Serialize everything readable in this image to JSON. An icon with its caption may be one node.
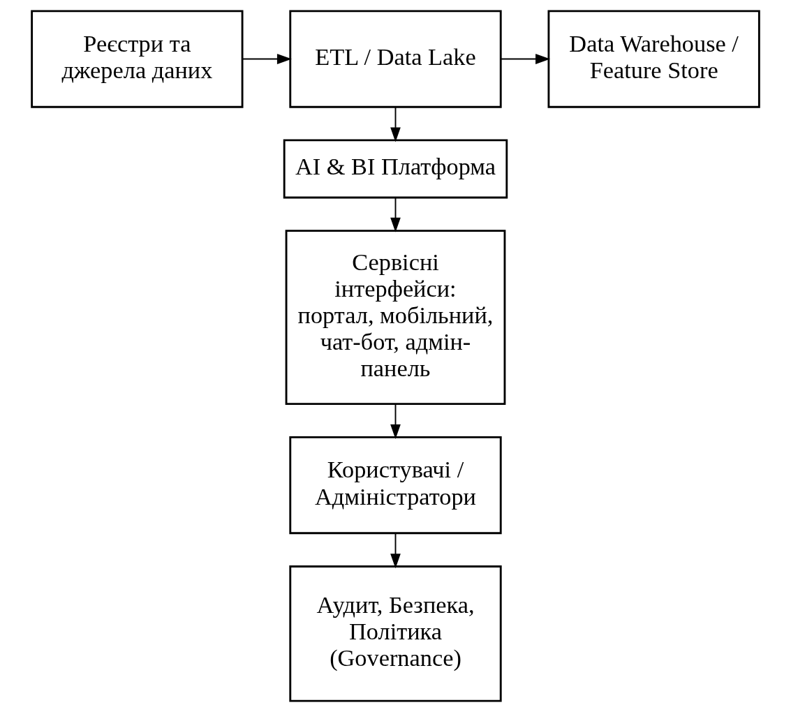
{
  "diagram": {
    "nodes": [
      {
        "text": [
          "Реєстри та джерела даних"
        ]
      },
      {
        "text": [
          "ETL / Data Lake"
        ]
      },
      {
        "text": [
          "Data Warehouse / Feature Store"
        ]
      },
      {
        "text": [
          "AI & BI Платформа"
        ]
      },
      {
        "text": [
          "Сервісні інтерфейси: портал, мобільний, чат-бот, адмін-панель"
        ]
      },
      {
        "text": [
          "Користувачі / Адміністратори"
        ]
      },
      {
        "text": [
          "Аудит, Безпека, Політика (Governance)"
        ]
      }
    ],
    "edges": [
      {
        "from": 0,
        "to": 1,
        "arrow": "to"
      },
      {
        "from": 1,
        "to": 2,
        "arrow": "to"
      },
      {
        "from": 1,
        "to": 3,
        "arrow": "to"
      },
      {
        "from": 3,
        "to": 4,
        "arrow": "to"
      },
      {
        "from": 4,
        "to": 5,
        "arrow": "to"
      },
      {
        "from": 5,
        "to": 6,
        "arrow": "to"
      }
    ]
  }
}
